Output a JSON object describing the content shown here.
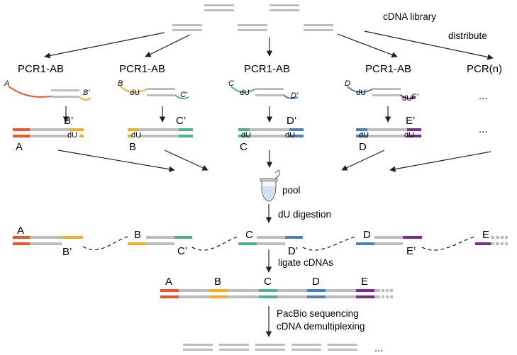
{
  "library_label": "cDNA library",
  "distribute_label": "distribute",
  "pcr_labels": [
    "PCR1-AB",
    "PCR1-AB",
    "PCR1-AB",
    "PCR1-AB",
    "PCR(n)"
  ],
  "ellipsis": "...",
  "primer_tags": {
    "a": "A",
    "b": "B",
    "c": "C",
    "d": "D",
    "b_prime": "B'",
    "c_prime": "C'",
    "d_prime": "D'",
    "e_prime": "E'"
  },
  "du": "dU",
  "product_labels": {
    "top": [
      "B’",
      "C’",
      "D’",
      "E’"
    ],
    "bottom": [
      "A",
      "B",
      "C",
      "D"
    ]
  },
  "pool_label": "pool",
  "digestion_label": "dU digestion",
  "digest_labels": {
    "top": [
      "A",
      "B",
      "C",
      "D",
      "E"
    ],
    "bottom": [
      "B’",
      "C’",
      "D’",
      "E’"
    ]
  },
  "ligate_label": "ligate cDNAs",
  "concat_labels": [
    "A",
    "B",
    "C",
    "D",
    "E"
  ],
  "sequencing_label": "PacBio sequencing",
  "demux_label": "cDNA demultiplexing",
  "colors": {
    "A": "#e8562a",
    "B": "#f5ae23",
    "C": "#49b58a",
    "D": "#4a7fc1",
    "E": "#7b2a8f",
    "gray": "#bdbdbd"
  }
}
